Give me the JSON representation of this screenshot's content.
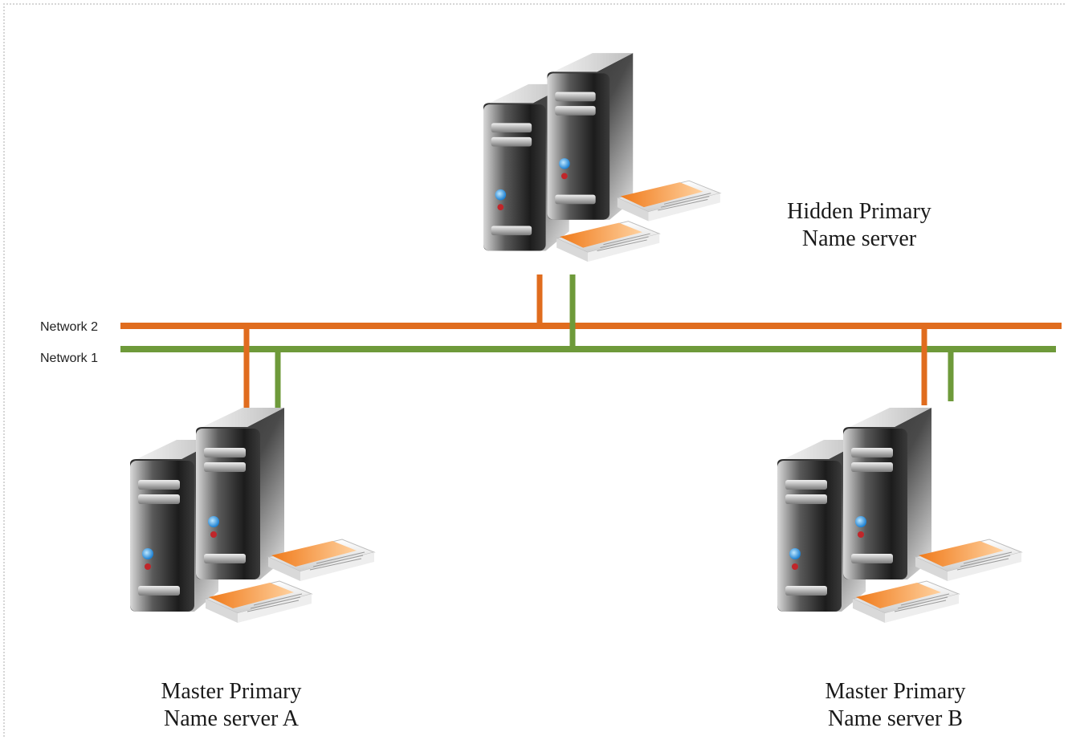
{
  "networks": {
    "network_2": {
      "label": "Network 2",
      "color": "#E06C1E"
    },
    "network_1": {
      "label": "Network 1",
      "color": "#6E9A3A"
    }
  },
  "servers": {
    "hidden": {
      "line1": "Hidden Primary",
      "line2": "Name server"
    },
    "master_a": {
      "line1": "Master Primary",
      "line2": "Name server A"
    },
    "master_b": {
      "line1": "Master Primary",
      "line2": "Name server B"
    }
  },
  "icons": {
    "server": "server-tower-pair-icon",
    "documents": "document-stack-icon"
  }
}
